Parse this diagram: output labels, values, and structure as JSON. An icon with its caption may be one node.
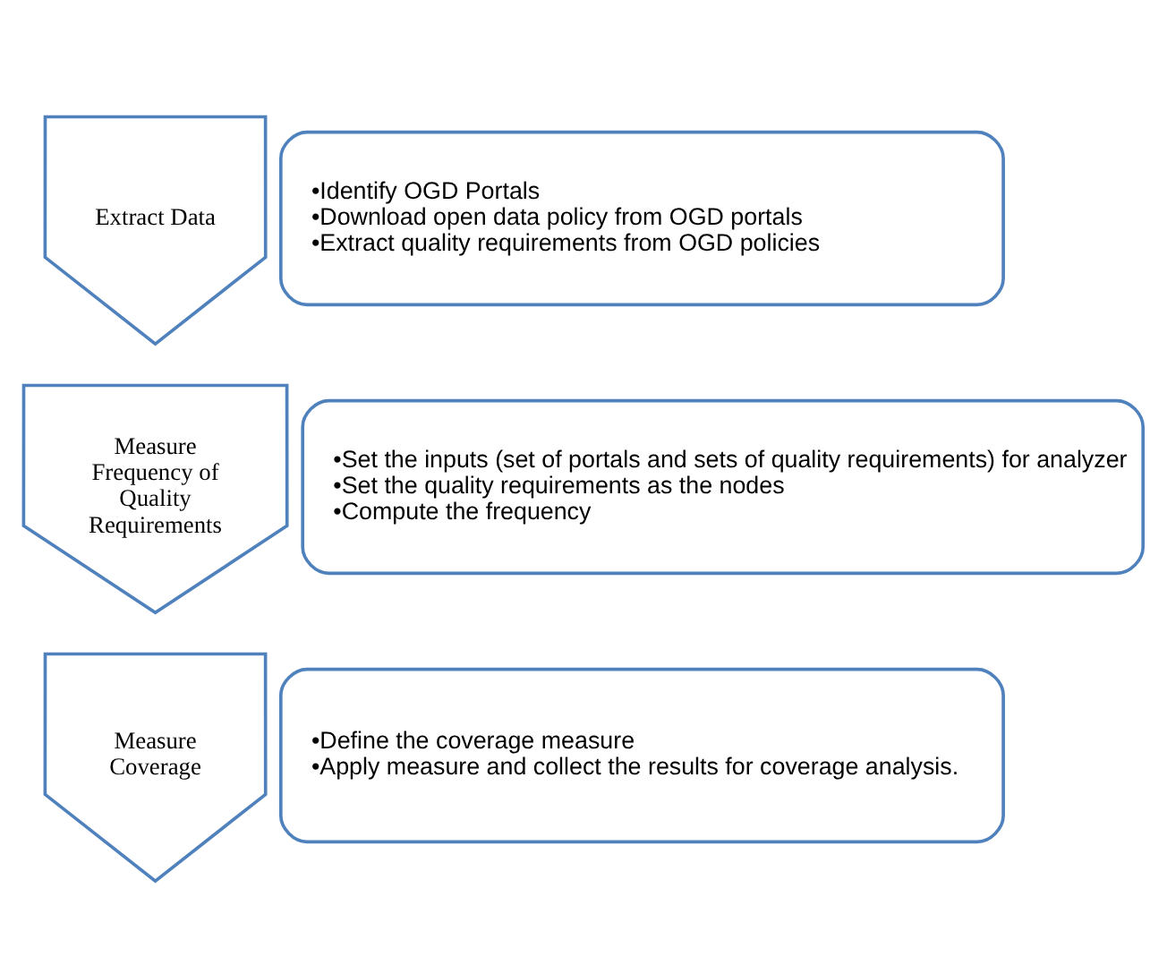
{
  "diagram": {
    "nodes": [
      {
        "text": [
          "Extract Data"
        ]
      },
      {
        "text": [
          "•Identify OGD Portals",
          "•Download open data policy from OGD portals",
          "•Extract quality requirements from OGD policies"
        ]
      },
      {
        "text": [
          "Measure Frequency of Quality Requirements"
        ]
      },
      {
        "text": [
          "•Set the inputs (set of portals and sets of quality requirements) for analyzer",
          "•Set the quality requirements as the nodes",
          "•Compute the frequency"
        ]
      },
      {
        "text": [
          "Measure Coverage"
        ]
      },
      {
        "text": [
          "•Define the coverage measure",
          "•Apply measure and collect the results for coverage analysis."
        ]
      }
    ],
    "edges": []
  }
}
